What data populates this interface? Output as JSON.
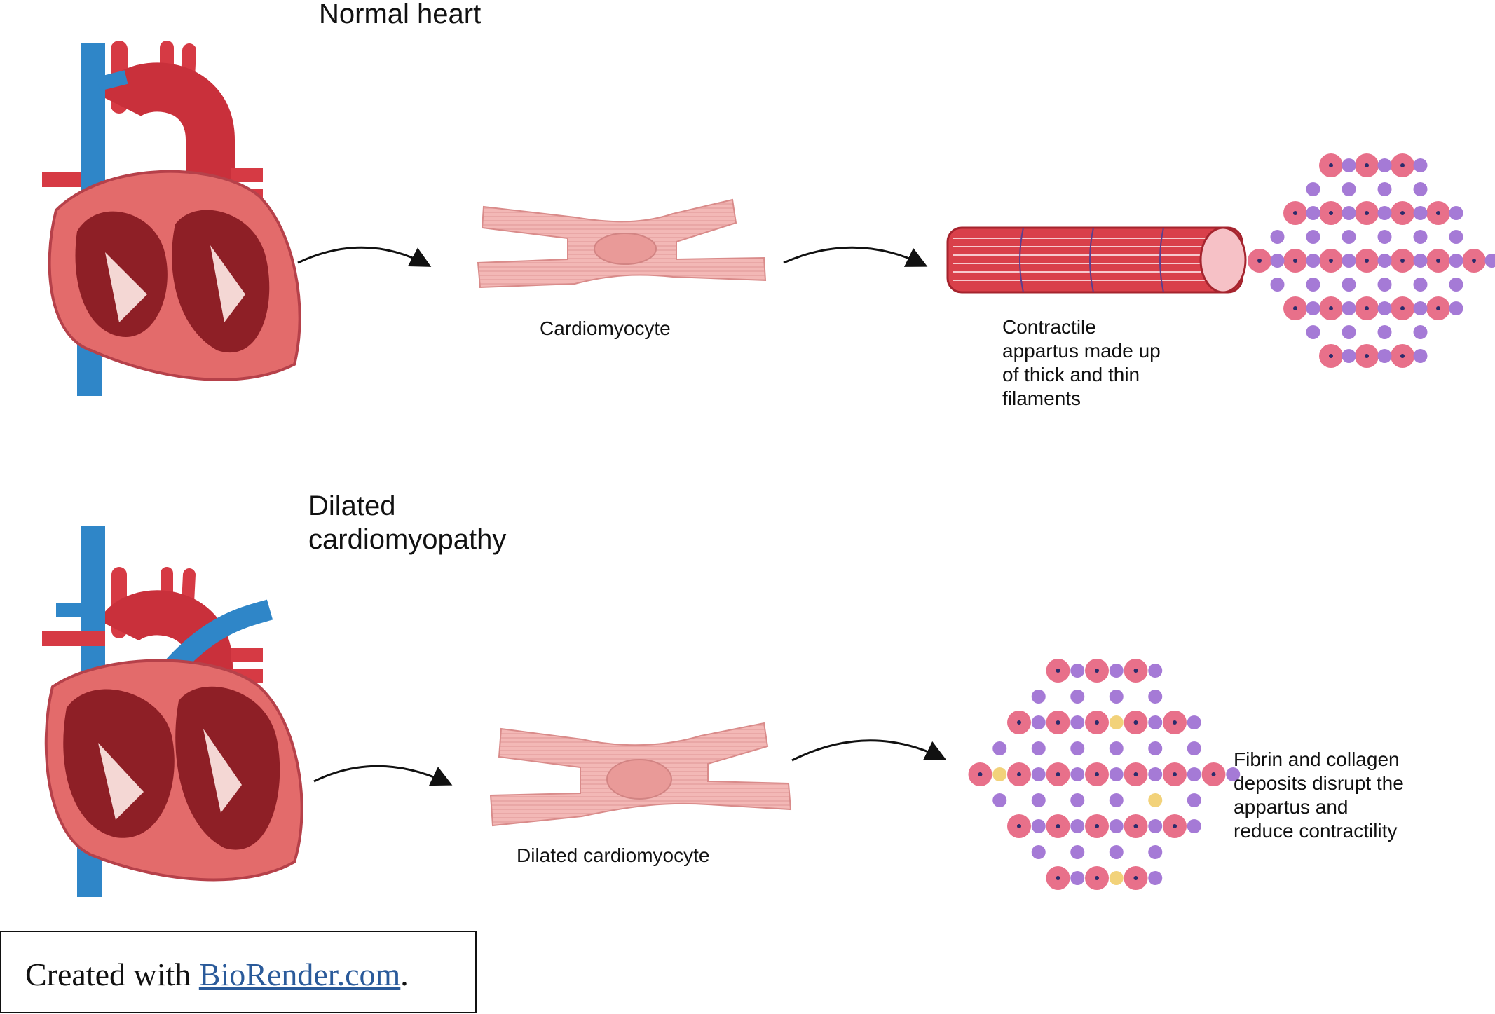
{
  "rows": {
    "normal": {
      "title": "Normal heart",
      "cell_label": "Cardiomyocyte",
      "apparatus_label": [
        "Contractile",
        "appartus made up",
        "of thick and thin",
        "filaments"
      ]
    },
    "dilated": {
      "title": [
        "Dilated",
        "cardiomyopathy"
      ],
      "cell_label": "Dilated cardiomyocyte",
      "apparatus_label": [
        "Fibrin and collagen",
        "deposits disrupt the",
        "appartus and",
        "reduce contractility"
      ]
    }
  },
  "credit": {
    "prefix": "Created with ",
    "link": "BioRender.com",
    "suffix": "."
  },
  "colors": {
    "artery": "#d63a44",
    "vein": "#2f86c8",
    "myocardium": "#e36b6b",
    "chamber": "#8e1f26",
    "cell": "#f3b8b6",
    "thick_filament": "#e8708a",
    "thin_filament": "#a57ad6",
    "deposit": "#f2d27a"
  }
}
